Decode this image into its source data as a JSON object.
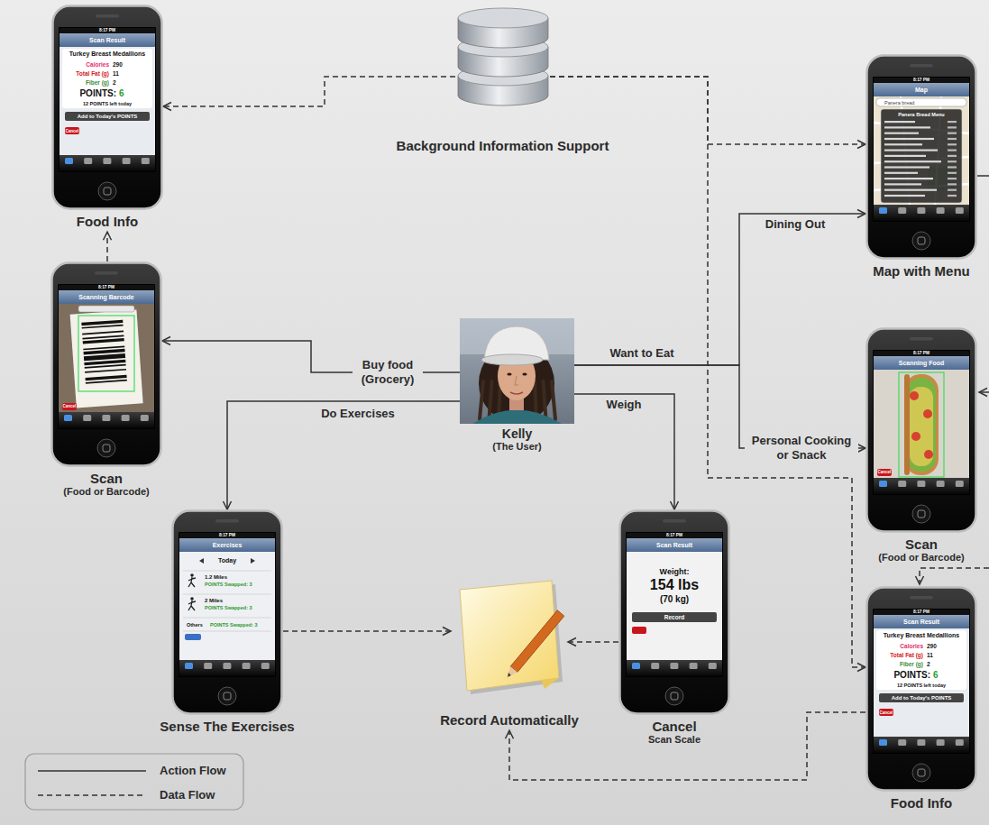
{
  "diagram": {
    "nodes": [
      {
        "text": [
          "8:17 PM",
          "Scan Result",
          "Turkey Breast Medallions",
          "Calories",
          "290",
          "Total Fat (g)",
          "11",
          "Fiber (g)",
          "2",
          "POINTS:",
          "6",
          "12 POINTS left today",
          "Add to Today's POINTS",
          "Cancel",
          "Food Info"
        ]
      },
      {
        "text": [
          "Background Information Support"
        ]
      },
      {
        "text": [
          "8:17 PM",
          "Map",
          "Panera bread",
          "Panera Bread Menu",
          "Map with Menu"
        ]
      },
      {
        "text": [
          "8:17 PM",
          "Scanning Barcode",
          "Cancel",
          "Scan",
          "(Food or Barcode)"
        ]
      },
      {
        "text": [
          "Kelly",
          "(The User)"
        ]
      },
      {
        "text": [
          "8:17 PM",
          "Scanning Food",
          "Cancel",
          "Scan",
          "(Food or Barcode)"
        ]
      },
      {
        "text": [
          "8:17 PM",
          "Exercises",
          "Today",
          "1.2 Miles",
          "POINTS Swapped: 3",
          "2 Miles",
          "POINTS Swapped: 3",
          "Others",
          "POINTS Swapped: 3",
          "Sense The Exercises"
        ]
      },
      {
        "text": [
          "Record Automatically"
        ]
      },
      {
        "text": [
          "8:17 PM",
          "Scan Result",
          "Weight:",
          "154 lbs",
          "(70 kg)",
          "Record",
          "Cancel",
          "Scan Scale"
        ]
      },
      {
        "text": [
          "8:17 PM",
          "Scan Result",
          "Turkey Breast Medallions",
          "Calories",
          "290",
          "Total Fat (g)",
          "11",
          "Fiber (g)",
          "2",
          "POINTS:",
          "6",
          "12 POINTS left today",
          "Add to Today's POINTS",
          "Cancel",
          "Food Info"
        ]
      }
    ],
    "edges": [
      {
        "from": 4,
        "to": 3,
        "arrow": "to",
        "label": "Buy food (Grocery)"
      },
      {
        "from": 4,
        "to": 2,
        "arrow": "to",
        "label": "Dining Out"
      },
      {
        "from": 4,
        "to": 5,
        "arrow": "to",
        "label": "Personal Cooking or Snack"
      },
      {
        "from": 4,
        "to": 6,
        "arrow": "to",
        "label": "Do Exercises"
      },
      {
        "from": 4,
        "to": 8,
        "arrow": "to",
        "label": "Weigh"
      },
      {
        "from": 1,
        "to": 0,
        "arrow": "to"
      },
      {
        "from": 3,
        "to": 0,
        "arrow": "to"
      },
      {
        "from": 1,
        "to": 2,
        "arrow": "to"
      },
      {
        "from": 1,
        "to": 9,
        "arrow": "to"
      },
      {
        "from": 6,
        "to": 7,
        "arrow": "to"
      },
      {
        "from": 8,
        "to": 7,
        "arrow": "to"
      },
      {
        "from": 9,
        "to": 7,
        "arrow": "to"
      }
    ],
    "labels": [
      "Want to Eat"
    ],
    "legend": [
      {
        "text": "Action Flow"
      },
      {
        "text": "Data Flow"
      }
    ]
  }
}
